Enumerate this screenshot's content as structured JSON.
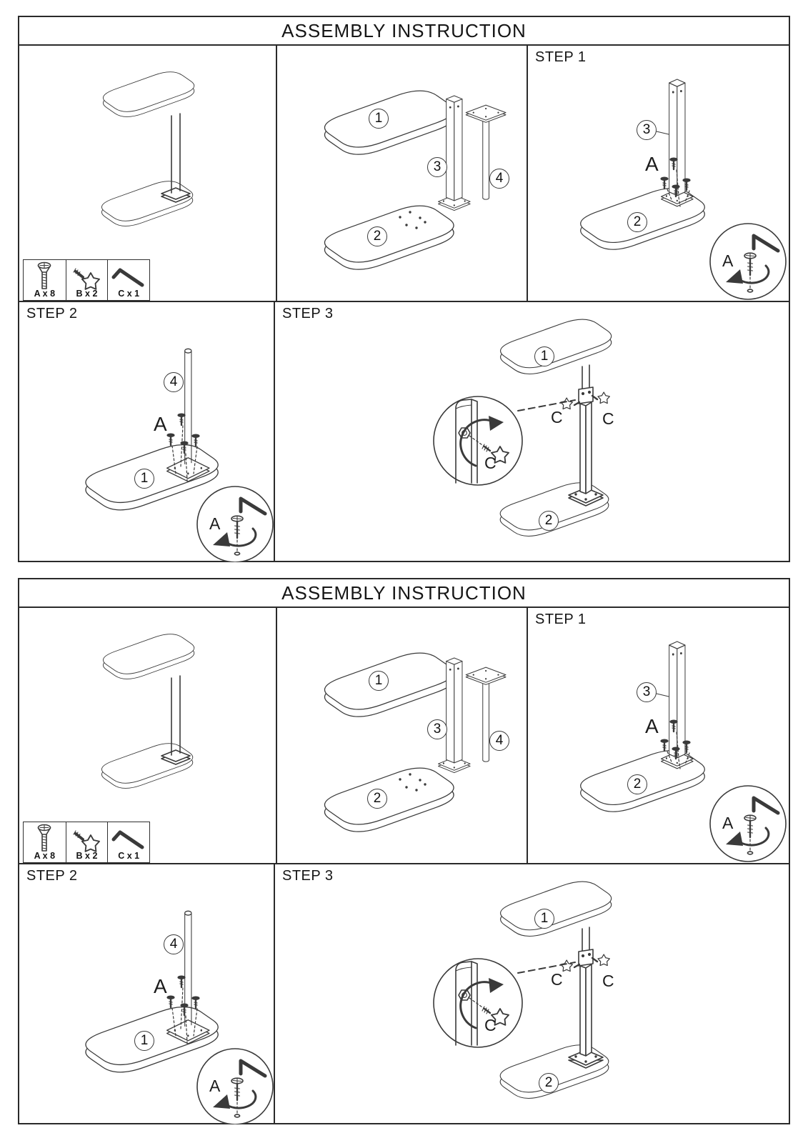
{
  "colors": {
    "line": "#3a3a3a",
    "border": "#2a2a2a",
    "text": "#111111",
    "page_background": "#ffffff"
  },
  "sections": [
    {
      "title": "ASSEMBLY INSTRUCTION",
      "hardware": {
        "items": [
          {
            "id": "A",
            "label": "A x 8",
            "icon": "flat-head-screw-icon"
          },
          {
            "id": "B",
            "label": "B x 2",
            "icon": "star-knob-icon"
          },
          {
            "id": "C",
            "label": "C x 1",
            "icon": "hex-key-icon"
          }
        ]
      },
      "parts": {
        "top_panel": "1",
        "base_panel": "2",
        "column": "3",
        "pole": "4"
      },
      "steps": {
        "step1": {
          "heading": "STEP 1",
          "column_label": "3",
          "base_label": "2",
          "screw_label": "A",
          "detail_label": "A"
        },
        "step2": {
          "heading": "STEP 2",
          "pole_label": "4",
          "top_label": "1",
          "screw_label": "A",
          "detail_label": "A"
        },
        "step3": {
          "heading": "STEP 3",
          "top_label": "1",
          "base_label": "2",
          "knob_left_label": "C",
          "knob_right_label": "C",
          "detail_label": "C"
        }
      }
    },
    {
      "title": "ASSEMBLY INSTRUCTION",
      "hardware": {
        "items": [
          {
            "id": "A",
            "label": "A x 8",
            "icon": "flat-head-screw-icon"
          },
          {
            "id": "B",
            "label": "B x 2",
            "icon": "star-knob-icon"
          },
          {
            "id": "C",
            "label": "C x 1",
            "icon": "hex-key-icon"
          }
        ]
      },
      "parts": {
        "top_panel": "1",
        "base_panel": "2",
        "column": "3",
        "pole": "4"
      },
      "steps": {
        "step1": {
          "heading": "STEP 1",
          "column_label": "3",
          "base_label": "2",
          "screw_label": "A",
          "detail_label": "A"
        },
        "step2": {
          "heading": "STEP 2",
          "pole_label": "4",
          "top_label": "1",
          "screw_label": "A",
          "detail_label": "A"
        },
        "step3": {
          "heading": "STEP 3",
          "top_label": "1",
          "base_label": "2",
          "knob_left_label": "C",
          "knob_right_label": "C",
          "detail_label": "C"
        }
      }
    }
  ]
}
